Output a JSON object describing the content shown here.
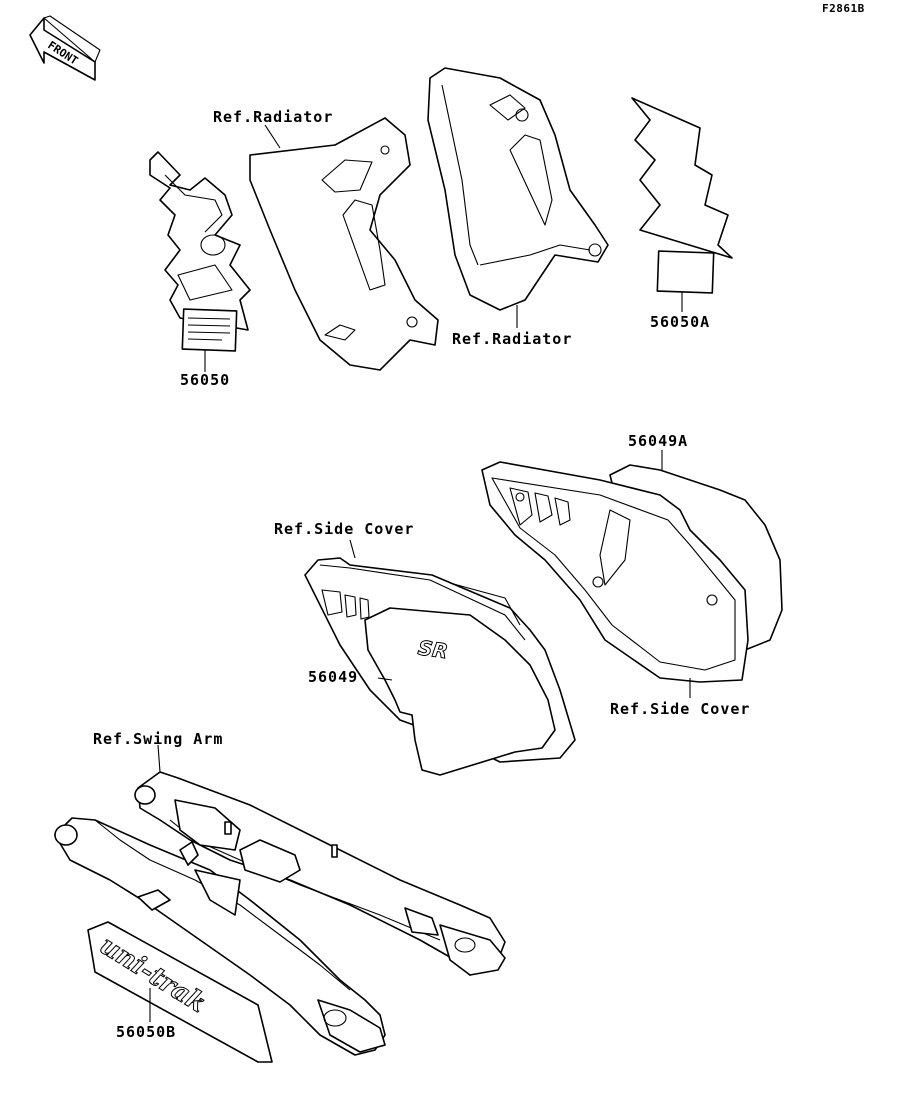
{
  "figure_code": "F2861B",
  "front_arrow": {
    "label": "FRONT",
    "icon": "front-arrow-icon"
  },
  "labels": {
    "ref_radiator_left": "Ref.Radiator",
    "ref_radiator_right": "Ref.Radiator",
    "part_56050": "56050",
    "part_56050A": "56050A",
    "part_56049A": "56049A",
    "ref_side_cover_left": "Ref.Side Cover",
    "part_56049": "56049",
    "ref_side_cover_right": "Ref.Side Cover",
    "ref_swing_arm": "Ref.Swing Arm",
    "part_56050B": "56050B"
  },
  "decal_text": {
    "side_cover": "SR",
    "swing_arm": "uni-trak"
  }
}
